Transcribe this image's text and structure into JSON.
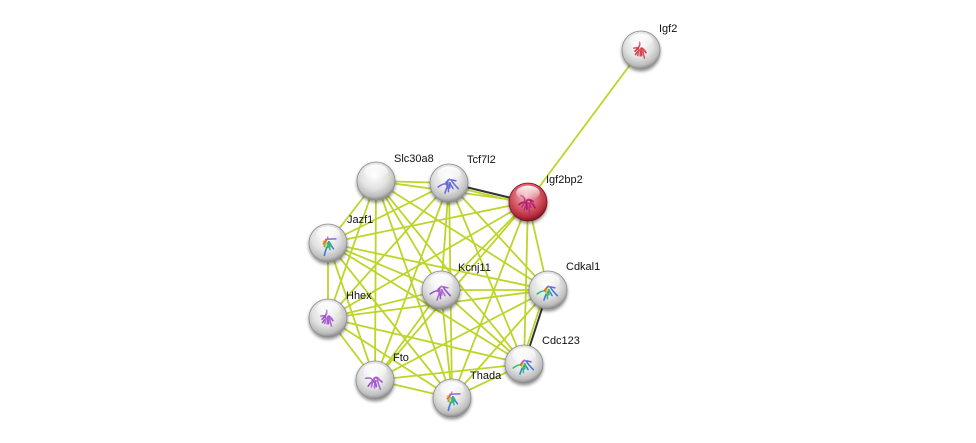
{
  "diagram": {
    "type": "protein-interaction-network",
    "colors": {
      "edge_default": "#bfd42a",
      "edge_dark": "#333333",
      "node_default": "#d9d9d9",
      "node_query": "#c23a4a"
    },
    "nodes": [
      {
        "id": "Igf2",
        "label": "Igf2",
        "query": false,
        "structure_icon": "red-protein-structure"
      },
      {
        "id": "Slc30a8",
        "label": "Slc30a8",
        "query": false,
        "structure_icon": "none"
      },
      {
        "id": "Tcf7l2",
        "label": "Tcf7l2",
        "query": false,
        "structure_icon": "blue-protein-structure"
      },
      {
        "id": "Igf2bp2",
        "label": "Igf2bp2",
        "query": true,
        "structure_icon": "magenta-protein-structure"
      },
      {
        "id": "Jazf1",
        "label": "Jazf1",
        "query": false,
        "structure_icon": "multicolor-protein-structure"
      },
      {
        "id": "Kcnj11",
        "label": "Kcnj11",
        "query": false,
        "structure_icon": "purple-protein-structure"
      },
      {
        "id": "Cdkal1",
        "label": "Cdkal1",
        "query": false,
        "structure_icon": "multicolor-protein-structure"
      },
      {
        "id": "Hhex",
        "label": "Hhex",
        "query": false,
        "structure_icon": "purple-protein-structure"
      },
      {
        "id": "Cdc123",
        "label": "Cdc123",
        "query": false,
        "structure_icon": "multicolor-protein-structure"
      },
      {
        "id": "Fto",
        "label": "Fto",
        "query": false,
        "structure_icon": "purple-protein-structure"
      },
      {
        "id": "Thada",
        "label": "Thada",
        "query": false,
        "structure_icon": "multicolor-protein-structure"
      }
    ],
    "edges": [
      {
        "source": "Igf2",
        "target": "Igf2bp2",
        "kind": "default"
      },
      {
        "source": "Tcf7l2",
        "target": "Igf2bp2",
        "kind": "dark"
      },
      {
        "source": "Cdkal1",
        "target": "Cdc123",
        "kind": "dark"
      },
      {
        "source": "Slc30a8",
        "target": "Tcf7l2",
        "kind": "default"
      },
      {
        "source": "Slc30a8",
        "target": "Igf2bp2",
        "kind": "default"
      },
      {
        "source": "Slc30a8",
        "target": "Jazf1",
        "kind": "default"
      },
      {
        "source": "Slc30a8",
        "target": "Kcnj11",
        "kind": "default"
      },
      {
        "source": "Slc30a8",
        "target": "Cdkal1",
        "kind": "default"
      },
      {
        "source": "Slc30a8",
        "target": "Hhex",
        "kind": "default"
      },
      {
        "source": "Slc30a8",
        "target": "Cdc123",
        "kind": "default"
      },
      {
        "source": "Slc30a8",
        "target": "Fto",
        "kind": "default"
      },
      {
        "source": "Slc30a8",
        "target": "Thada",
        "kind": "default"
      },
      {
        "source": "Tcf7l2",
        "target": "Jazf1",
        "kind": "default"
      },
      {
        "source": "Tcf7l2",
        "target": "Kcnj11",
        "kind": "default"
      },
      {
        "source": "Tcf7l2",
        "target": "Cdkal1",
        "kind": "default"
      },
      {
        "source": "Tcf7l2",
        "target": "Hhex",
        "kind": "default"
      },
      {
        "source": "Tcf7l2",
        "target": "Cdc123",
        "kind": "default"
      },
      {
        "source": "Tcf7l2",
        "target": "Fto",
        "kind": "default"
      },
      {
        "source": "Tcf7l2",
        "target": "Thada",
        "kind": "default"
      },
      {
        "source": "Igf2bp2",
        "target": "Jazf1",
        "kind": "default"
      },
      {
        "source": "Igf2bp2",
        "target": "Kcnj11",
        "kind": "default"
      },
      {
        "source": "Igf2bp2",
        "target": "Cdkal1",
        "kind": "default"
      },
      {
        "source": "Igf2bp2",
        "target": "Hhex",
        "kind": "default"
      },
      {
        "source": "Igf2bp2",
        "target": "Cdc123",
        "kind": "default"
      },
      {
        "source": "Igf2bp2",
        "target": "Fto",
        "kind": "default"
      },
      {
        "source": "Igf2bp2",
        "target": "Thada",
        "kind": "default"
      },
      {
        "source": "Jazf1",
        "target": "Kcnj11",
        "kind": "default"
      },
      {
        "source": "Jazf1",
        "target": "Cdkal1",
        "kind": "default"
      },
      {
        "source": "Jazf1",
        "target": "Hhex",
        "kind": "default"
      },
      {
        "source": "Jazf1",
        "target": "Cdc123",
        "kind": "default"
      },
      {
        "source": "Jazf1",
        "target": "Fto",
        "kind": "default"
      },
      {
        "source": "Jazf1",
        "target": "Thada",
        "kind": "default"
      },
      {
        "source": "Kcnj11",
        "target": "Cdkal1",
        "kind": "default"
      },
      {
        "source": "Kcnj11",
        "target": "Hhex",
        "kind": "default"
      },
      {
        "source": "Kcnj11",
        "target": "Cdc123",
        "kind": "default"
      },
      {
        "source": "Kcnj11",
        "target": "Fto",
        "kind": "default"
      },
      {
        "source": "Kcnj11",
        "target": "Thada",
        "kind": "default"
      },
      {
        "source": "Cdkal1",
        "target": "Hhex",
        "kind": "default"
      },
      {
        "source": "Cdkal1",
        "target": "Fto",
        "kind": "default"
      },
      {
        "source": "Cdkal1",
        "target": "Thada",
        "kind": "default"
      },
      {
        "source": "Hhex",
        "target": "Cdc123",
        "kind": "default"
      },
      {
        "source": "Hhex",
        "target": "Fto",
        "kind": "default"
      },
      {
        "source": "Hhex",
        "target": "Thada",
        "kind": "default"
      },
      {
        "source": "Cdc123",
        "target": "Fto",
        "kind": "default"
      },
      {
        "source": "Cdc123",
        "target": "Thada",
        "kind": "default"
      },
      {
        "source": "Fto",
        "target": "Thada",
        "kind": "default"
      }
    ]
  }
}
